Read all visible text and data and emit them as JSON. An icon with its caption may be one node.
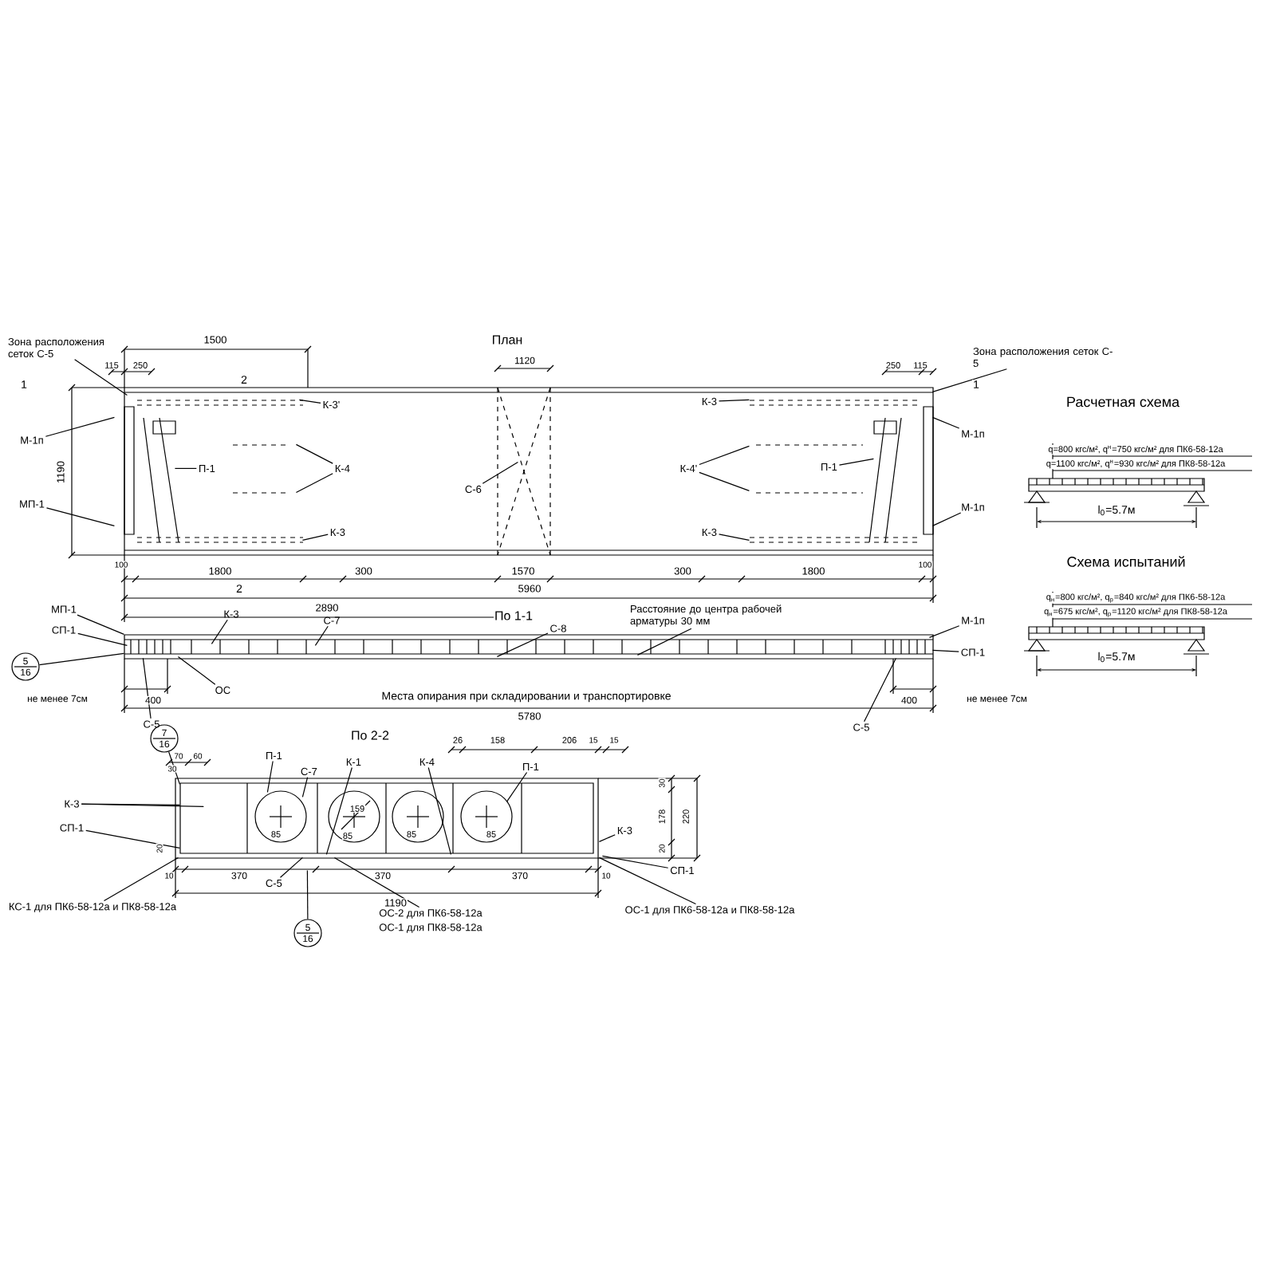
{
  "diagram": {
    "nodes": [
      {
        "text": [
          "Зона расположения сеток С-5"
        ]
      },
      {
        "text": [
          "М-1п"
        ]
      },
      {
        "text": [
          "МП-1"
        ]
      },
      {
        "text": [
          "К-3'"
        ],
        "in": 43
      },
      {
        "text": [
          "К-4"
        ],
        "in": 43
      },
      {
        "text": [
          "П-1"
        ],
        "in": 43
      },
      {
        "text": [
          "К-3"
        ],
        "in": 43
      },
      {
        "text": [
          "С-6"
        ],
        "in": 43
      },
      {
        "text": [
          "К-3"
        ],
        "in": 43
      },
      {
        "text": [
          "К-4'"
        ],
        "in": 43
      },
      {
        "text": [
          "П-1"
        ],
        "in": 43
      },
      {
        "text": [
          "К-3"
        ],
        "in": 43
      },
      {
        "text": [
          "Зона расположения сеток С-5"
        ]
      },
      {
        "text": [
          "М-1п"
        ]
      },
      {
        "text": [
          "М-1п"
        ]
      },
      {
        "text": [
          "МП-1"
        ]
      },
      {
        "text": [
          "СП-1"
        ]
      },
      {
        "text": [
          "К-3"
        ]
      },
      {
        "text": [
          "С-7"
        ]
      },
      {
        "text": [
          "С-8"
        ]
      },
      {
        "text": [
          "Расстояние до центра рабочей арматуры 30 мм"
        ]
      },
      {
        "text": [
          "ОС"
        ],
        "in": 44
      },
      {
        "text": [
          "С-5"
        ]
      },
      {
        "text": [
          "М-1п"
        ]
      },
      {
        "text": [
          "СП-1"
        ]
      },
      {
        "text": [
          "С-5"
        ]
      },
      {
        "text": [
          "П-1"
        ],
        "in": 45
      },
      {
        "text": [
          "С-7"
        ],
        "in": 45
      },
      {
        "text": [
          "К-1"
        ],
        "in": 45
      },
      {
        "text": [
          "К-4"
        ],
        "in": 45
      },
      {
        "text": [
          "П-1"
        ],
        "in": 45
      },
      {
        "text": [
          "К-3"
        ]
      },
      {
        "text": [
          "СП-1"
        ]
      },
      {
        "text": [
          "КС-1 для ПК6-58-12а и ПК8-58-12а"
        ]
      },
      {
        "text": [
          "ОС-2 для ПК6-58-12а"
        ]
      },
      {
        "text": [
          "ОС-1 для ПК8-58-12а"
        ]
      },
      {
        "text": [
          "ОС-1 для ПК6-58-12а и ПК8-58-12а"
        ]
      },
      {
        "text": [
          "К-3"
        ],
        "in": 45
      },
      {
        "text": [
          "СП-1"
        ],
        "in": 45
      },
      {
        "text": [
          "С-5"
        ],
        "in": 45
      },
      {
        "text": [
          "5",
          "16"
        ]
      },
      {
        "text": [
          "7",
          "16"
        ]
      },
      {
        "text": [
          "5",
          "16"
        ]
      },
      {
        "text": [],
        "shape": "picture"
      },
      {
        "text": [],
        "shape": "picture"
      },
      {
        "text": [],
        "shape": "picture"
      }
    ],
    "edges": [
      {
        "from": 0,
        "to": 43,
        "arrow": "none"
      },
      {
        "from": 1,
        "to": 43,
        "arrow": "none"
      },
      {
        "from": 2,
        "to": 43,
        "arrow": "none"
      },
      {
        "from": 3,
        "to": 43,
        "arrow": "none"
      },
      {
        "from": 4,
        "to": 43,
        "arrow": "none"
      },
      {
        "from": 4,
        "to": 43,
        "arrow": "none"
      },
      {
        "from": 5,
        "to": 43,
        "arrow": "none"
      },
      {
        "from": 6,
        "to": 43,
        "arrow": "none"
      },
      {
        "from": 7,
        "to": 43,
        "arrow": "none"
      },
      {
        "from": 8,
        "to": 43,
        "arrow": "none"
      },
      {
        "from": 9,
        "to": 43,
        "arrow": "none"
      },
      {
        "from": 9,
        "to": 43,
        "arrow": "none"
      },
      {
        "from": 10,
        "to": 43,
        "arrow": "none"
      },
      {
        "from": 11,
        "to": 43,
        "arrow": "none"
      },
      {
        "from": 12,
        "to": 43,
        "arrow": "none"
      },
      {
        "from": 13,
        "to": 43,
        "arrow": "none"
      },
      {
        "from": 14,
        "to": 43,
        "arrow": "none"
      },
      {
        "from": 15,
        "to": 44,
        "arrow": "none"
      },
      {
        "from": 16,
        "to": 44,
        "arrow": "none"
      },
      {
        "from": 17,
        "to": 44,
        "arrow": "none"
      },
      {
        "from": 18,
        "to": 44,
        "arrow": "none"
      },
      {
        "from": 19,
        "to": 44,
        "arrow": "none"
      },
      {
        "from": 20,
        "to": 44,
        "arrow": "none"
      },
      {
        "from": 21,
        "to": 44,
        "arrow": "none"
      },
      {
        "from": 22,
        "to": 44,
        "arrow": "none"
      },
      {
        "from": 23,
        "to": 44,
        "arrow": "none"
      },
      {
        "from": 24,
        "to": 44,
        "arrow": "none"
      },
      {
        "from": 25,
        "to": 44,
        "arrow": "none"
      },
      {
        "from": 26,
        "to": 45,
        "arrow": "none"
      },
      {
        "from": 27,
        "to": 45,
        "arrow": "none"
      },
      {
        "from": 28,
        "to": 45,
        "arrow": "none"
      },
      {
        "from": 29,
        "to": 45,
        "arrow": "none"
      },
      {
        "from": 30,
        "to": 45,
        "arrow": "none"
      },
      {
        "from": 31,
        "to": 45,
        "arrow": "none"
      },
      {
        "from": 31,
        "to": 45,
        "arrow": "none"
      },
      {
        "from": 32,
        "to": 45,
        "arrow": "none"
      },
      {
        "from": 33,
        "to": 45,
        "arrow": "none"
      },
      {
        "from": 34,
        "to": 45,
        "arrow": "none"
      },
      {
        "from": 36,
        "to": 45,
        "arrow": "none"
      },
      {
        "from": 37,
        "to": 45,
        "arrow": "none"
      },
      {
        "from": 38,
        "to": 45,
        "arrow": "none"
      },
      {
        "from": 39,
        "to": 45,
        "arrow": "none"
      },
      {
        "from": 40,
        "to": 44,
        "arrow": "none"
      },
      {
        "from": 41,
        "to": 45,
        "arrow": "none"
      },
      {
        "from": 42,
        "to": 45,
        "arrow": "none"
      }
    ],
    "labels": [
      "1500",
      "План",
      "115",
      "250",
      "1120",
      "250",
      "115",
      "1",
      "2",
      "1",
      "1190",
      "100",
      "1800",
      "300",
      "1570",
      "300",
      "1800",
      "100",
      "2",
      "5960",
      "2890",
      "По 1-1",
      "не менее 7см",
      "400",
      "Места опирания при складировании и транспортировке",
      "400",
      "не менее 7см",
      "5780",
      "По 2-2",
      "26",
      "158",
      "206",
      "15",
      "15",
      "70",
      "60",
      "30",
      "30",
      "159",
      "178",
      "220",
      "85",
      "85",
      "85",
      "85",
      "20",
      "20",
      "10",
      "370",
      "370",
      "370",
      "10",
      "1190",
      "Расчетная схема",
      "q=800 кгс/м², q$^{н}$=750 кгс/м² для ПК6-58-12а",
      "q=1100 кгс/м², q$^{н}$=930 кгс/м² для ПК8-58-12а",
      "l$_{0}$=5.7м",
      "Схема испытаний",
      "q$_{н}$=800 кгс/м², q$_{р}$=840 кгс/м² для ПК6-58-12а",
      "q$_{н}$=675 кгс/м², q$_{р}$=1120 кгс/м² для ПК8-58-12а",
      "l$_{0}$=5.7м"
    ]
  }
}
